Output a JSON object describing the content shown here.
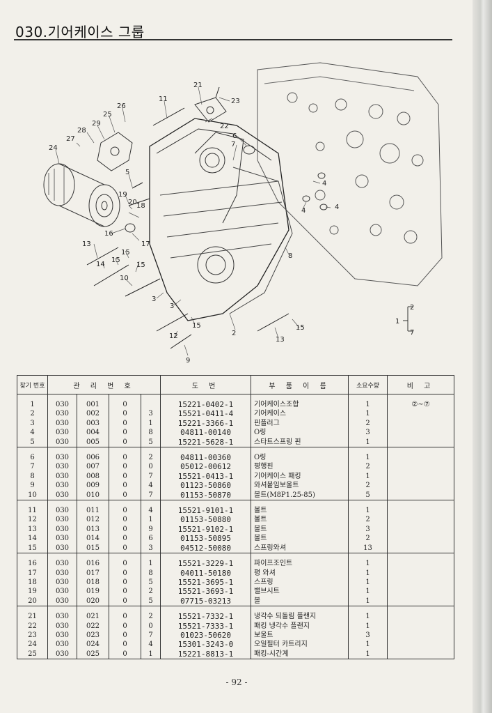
{
  "title": "030.기어케이스 그룹",
  "page_number": "- 92 -",
  "callout": {
    "left": "1",
    "top": "2",
    "bottom": "7"
  },
  "diagram_labels": [
    "21",
    "23",
    "11",
    "22",
    "26",
    "25",
    "29",
    "28",
    "27",
    "24",
    "6",
    "7",
    "5",
    "4",
    "19",
    "20",
    "18",
    "4",
    "4",
    "16",
    "17",
    "13",
    "15",
    "14",
    "15",
    "15",
    "8",
    "10",
    "3",
    "3",
    "15",
    "15",
    "2",
    "12",
    "13",
    "9"
  ],
  "table": {
    "headers": {
      "ref": "찾기 번호",
      "mgmt": "관 리 번 호",
      "drawing": "도 번",
      "name": "부 품 이 름",
      "qty": "소요수량",
      "remarks": "비 고"
    },
    "groups": [
      {
        "rows": [
          {
            "no": "1",
            "a": "030",
            "b": "001",
            "c": "0",
            "d": "",
            "pn": "15221-0402-1",
            "name": "기어케이스조합",
            "qty": "1",
            "note": "②~⑦"
          },
          {
            "no": "2",
            "a": "030",
            "b": "002",
            "c": "0",
            "d": "3",
            "pn": "15521-0411-4",
            "name": "기어케이스",
            "qty": "1",
            "note": ""
          },
          {
            "no": "3",
            "a": "030",
            "b": "003",
            "c": "0",
            "d": "1",
            "pn": "15221-3366-1",
            "name": "핀플러그",
            "qty": "2",
            "note": ""
          },
          {
            "no": "4",
            "a": "030",
            "b": "004",
            "c": "0",
            "d": "8",
            "pn": "04811-00140",
            "name": "O링",
            "qty": "3",
            "note": ""
          },
          {
            "no": "5",
            "a": "030",
            "b": "005",
            "c": "0",
            "d": "5",
            "pn": "15221-5628-1",
            "name": "스타트스프링 핀",
            "qty": "1",
            "note": ""
          }
        ]
      },
      {
        "rows": [
          {
            "no": "6",
            "a": "030",
            "b": "006",
            "c": "0",
            "d": "2",
            "pn": "04811-00360",
            "name": "O링",
            "qty": "1",
            "note": ""
          },
          {
            "no": "7",
            "a": "030",
            "b": "007",
            "c": "0",
            "d": "0",
            "pn": "05012-00612",
            "name": "평행핀",
            "qty": "2",
            "note": ""
          },
          {
            "no": "8",
            "a": "030",
            "b": "008",
            "c": "0",
            "d": "7",
            "pn": "15521-0413-1",
            "name": "기어케이스 패킹",
            "qty": "1",
            "note": ""
          },
          {
            "no": "9",
            "a": "030",
            "b": "009",
            "c": "0",
            "d": "4",
            "pn": "01123-50860",
            "name": "와셔붙임보울트",
            "qty": "2",
            "note": ""
          },
          {
            "no": "10",
            "a": "030",
            "b": "010",
            "c": "0",
            "d": "7",
            "pn": "01153-50870",
            "name": "볼트(M8P1.25-85)",
            "qty": "5",
            "note": ""
          }
        ]
      },
      {
        "rows": [
          {
            "no": "11",
            "a": "030",
            "b": "011",
            "c": "0",
            "d": "4",
            "pn": "15521-9101-1",
            "name": "볼트",
            "qty": "1",
            "note": ""
          },
          {
            "no": "12",
            "a": "030",
            "b": "012",
            "c": "0",
            "d": "1",
            "pn": "01153-50880",
            "name": "볼트",
            "qty": "2",
            "note": ""
          },
          {
            "no": "13",
            "a": "030",
            "b": "013",
            "c": "0",
            "d": "9",
            "pn": "15521-9102-1",
            "name": "볼트",
            "qty": "3",
            "note": ""
          },
          {
            "no": "14",
            "a": "030",
            "b": "014",
            "c": "0",
            "d": "6",
            "pn": "01153-50895",
            "name": "볼트",
            "qty": "2",
            "note": ""
          },
          {
            "no": "15",
            "a": "030",
            "b": "015",
            "c": "0",
            "d": "3",
            "pn": "04512-50080",
            "name": "스프링와셔",
            "qty": "13",
            "note": ""
          }
        ]
      },
      {
        "rows": [
          {
            "no": "16",
            "a": "030",
            "b": "016",
            "c": "0",
            "d": "1",
            "pn": "15521-3229-1",
            "name": "파이프조인트",
            "qty": "1",
            "note": ""
          },
          {
            "no": "17",
            "a": "030",
            "b": "017",
            "c": "0",
            "d": "8",
            "pn": "04011-50180",
            "name": "평 와셔",
            "qty": "1",
            "note": ""
          },
          {
            "no": "18",
            "a": "030",
            "b": "018",
            "c": "0",
            "d": "5",
            "pn": "15521-3695-1",
            "name": "스프링",
            "qty": "1",
            "note": ""
          },
          {
            "no": "19",
            "a": "030",
            "b": "019",
            "c": "0",
            "d": "2",
            "pn": "15521-3693-1",
            "name": "밸브시트",
            "qty": "1",
            "note": ""
          },
          {
            "no": "20",
            "a": "030",
            "b": "020",
            "c": "0",
            "d": "5",
            "pn": "07715-03213",
            "name": "볼",
            "qty": "1",
            "note": ""
          }
        ]
      },
      {
        "rows": [
          {
            "no": "21",
            "a": "030",
            "b": "021",
            "c": "0",
            "d": "2",
            "pn": "15521-7332-1",
            "name": "냉각수 되돌림 플랜지",
            "qty": "1",
            "note": ""
          },
          {
            "no": "22",
            "a": "030",
            "b": "022",
            "c": "0",
            "d": "0",
            "pn": "15521-7333-1",
            "name": "패킹 냉각수 플랜지",
            "qty": "1",
            "note": ""
          },
          {
            "no": "23",
            "a": "030",
            "b": "023",
            "c": "0",
            "d": "7",
            "pn": "01023-50620",
            "name": "보울트",
            "qty": "3",
            "note": ""
          },
          {
            "no": "24",
            "a": "030",
            "b": "024",
            "c": "0",
            "d": "4",
            "pn": "15301-3243-0",
            "name": "오일필터 카트리지",
            "qty": "1",
            "note": ""
          },
          {
            "no": "25",
            "a": "030",
            "b": "025",
            "c": "0",
            "d": "1",
            "pn": "15221-8813-1",
            "name": "패킹-시간계",
            "qty": "1",
            "note": ""
          }
        ]
      }
    ]
  }
}
